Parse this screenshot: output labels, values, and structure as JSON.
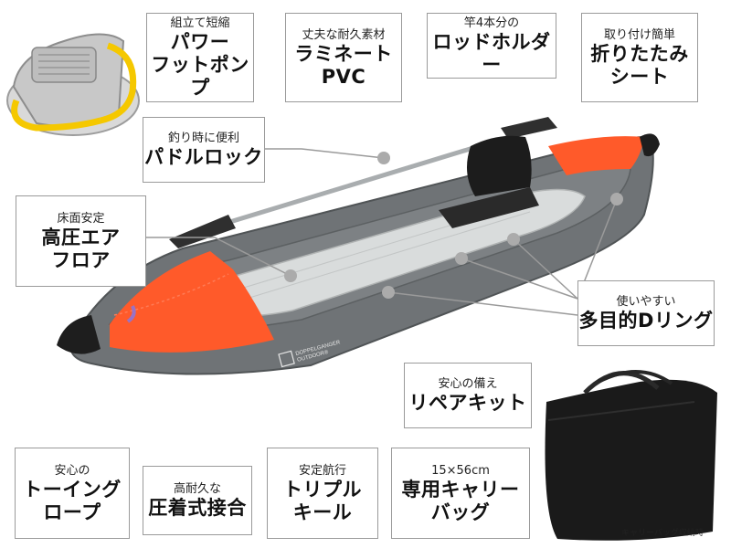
{
  "features": {
    "pump": {
      "small": "組立て短縮",
      "line1": "パワー",
      "line2": "フットポンプ"
    },
    "material": {
      "small": "丈夫な耐久素材",
      "line1": "ラミネート",
      "line2": "PVC"
    },
    "rod_holder": {
      "small": "竿4本分の",
      "line1": "ロッドホルダー"
    },
    "seat": {
      "small": "取り付け簡単",
      "line1": "折りたたみ",
      "line2": "シート"
    },
    "paddle_lock": {
      "small": "釣り時に便利",
      "line1": "パドルロック"
    },
    "floor": {
      "small": "床面安定",
      "line1": "高圧エア",
      "line2": "フロア"
    },
    "d_ring": {
      "small": "使いやすい",
      "line1": "多目的Dリング"
    },
    "repair_kit": {
      "small": "安心の備え",
      "line1": "リペアキット"
    },
    "towing_rope": {
      "small": "安心の",
      "line1": "トーイング",
      "line2": "ロープ"
    },
    "joint": {
      "small": "高耐久な",
      "line1": "圧着式接合"
    },
    "keel": {
      "small": "安定航行",
      "line1": "トリプル",
      "line2": "キール"
    },
    "carry_bag": {
      "small": "15×56cm",
      "line1": "専用キャリー",
      "line2": "バッグ"
    }
  },
  "kayak_logo": {
    "line1": "DOPPELGANGER",
    "line2": "OUTDOOR®"
  },
  "bag_caption": "キャリーバッグ収納時",
  "colors": {
    "hull": "#6f7376",
    "accent": "#ff5a2a",
    "floor": "#d9dcdc",
    "border": "#9a9a9a"
  }
}
